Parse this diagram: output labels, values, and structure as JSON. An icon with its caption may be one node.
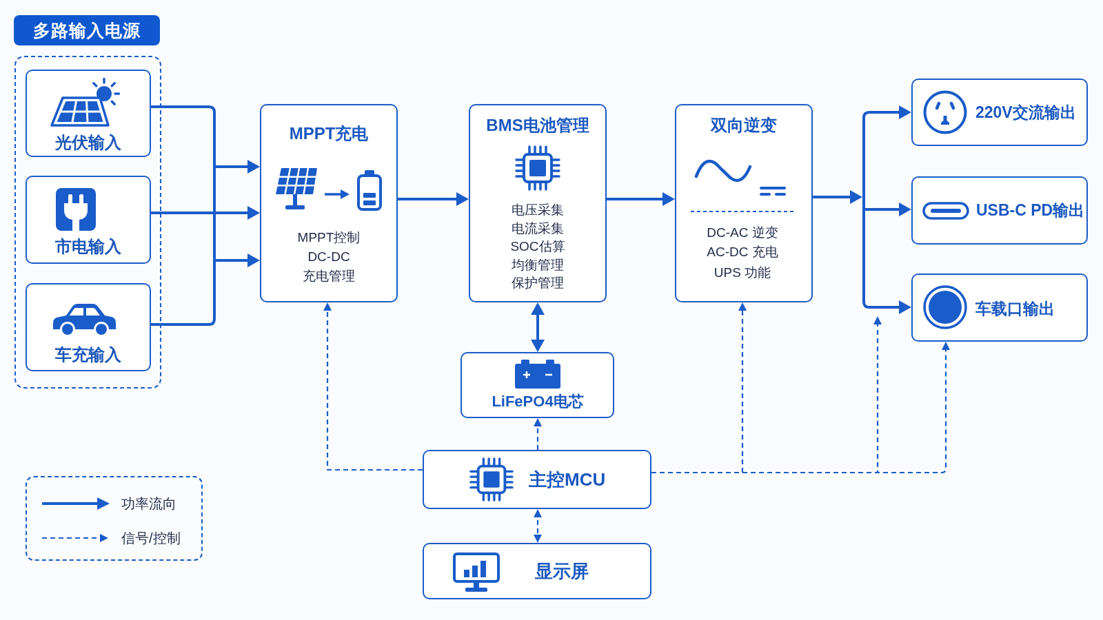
{
  "diagram": {
    "nodes": [
      {
        "text": [
          "多路输入电源"
        ]
      },
      {
        "text": [
          "光伏输入"
        ],
        "in": 0
      },
      {
        "text": [
          "市电输入"
        ],
        "in": 0
      },
      {
        "text": [
          "车充输入"
        ],
        "in": 0
      },
      {
        "text": [
          "MPPT充电",
          "MPPT控制",
          "DC-DC",
          "充电管理"
        ]
      },
      {
        "text": [
          "BMS电池管理",
          "电压采集",
          "电流采集",
          "SOC估算",
          "均衡管理",
          "保护管理"
        ]
      },
      {
        "text": [
          "双向逆变",
          "DC-AC 逆变",
          "AC-DC 充电",
          "UPS 功能"
        ]
      },
      {
        "text": [
          "220V交流输出"
        ]
      },
      {
        "text": [
          "USB-C PD输出"
        ]
      },
      {
        "text": [
          "车载口输出"
        ]
      },
      {
        "text": [
          "LiFePO4电芯"
        ]
      },
      {
        "text": [
          "主控MCU"
        ]
      },
      {
        "text": [
          "显示屏"
        ]
      }
    ],
    "edges": [
      {
        "from": 1,
        "to": 4,
        "arrow": "to"
      },
      {
        "from": 2,
        "to": 4,
        "arrow": "to"
      },
      {
        "from": 3,
        "to": 4,
        "arrow": "to"
      },
      {
        "from": 4,
        "to": 5,
        "arrow": "to"
      },
      {
        "from": 5,
        "to": 10,
        "arrow": "both"
      },
      {
        "from": 5,
        "to": 6,
        "arrow": "to"
      },
      {
        "from": 6,
        "to": 7,
        "arrow": "to"
      },
      {
        "from": 6,
        "to": 8,
        "arrow": "to"
      },
      {
        "from": 6,
        "to": 9,
        "arrow": "to"
      },
      {
        "from": 11,
        "to": 4,
        "arrow": "to",
        "style": "dashed"
      },
      {
        "from": 11,
        "to": 10,
        "arrow": "to",
        "style": "dashed"
      },
      {
        "from": 11,
        "to": 6,
        "arrow": "to",
        "style": "dashed"
      },
      {
        "from": 11,
        "to": null,
        "arrow": "to",
        "style": "dashed"
      },
      {
        "from": 11,
        "to": 9,
        "arrow": "to",
        "style": "dashed"
      },
      {
        "from": 11,
        "to": 12,
        "arrow": "both",
        "style": "dashed"
      }
    ],
    "legend": [
      {
        "text": "功率流向"
      },
      {
        "text": "信号/控制"
      }
    ]
  }
}
